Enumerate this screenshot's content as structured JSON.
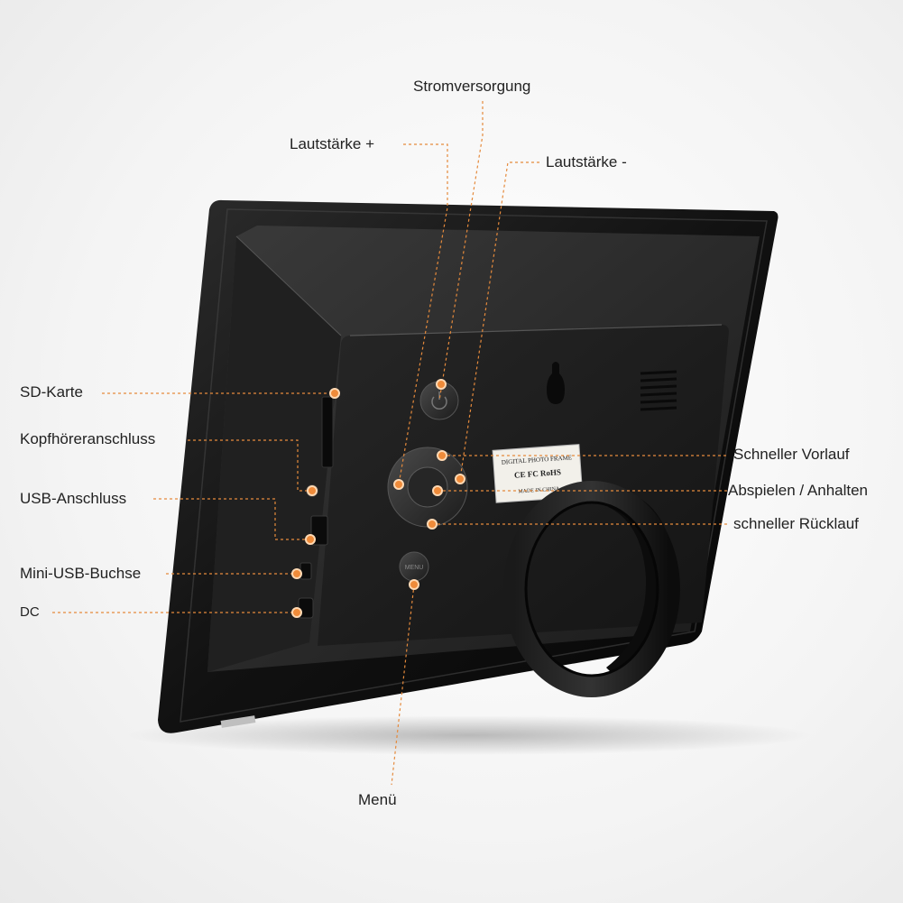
{
  "labels": {
    "power": "Stromversorgung",
    "vol_up": "Lautstärke +",
    "vol_down": "Lautstärke -",
    "sd": "SD-Karte",
    "headphone": "Kopfhöreranschluss",
    "usb": "USB-Anschluss",
    "mini_usb": "Mini-USB-Buchse",
    "dc": "DC",
    "forward": "Schneller Vorlauf",
    "play_pause": "Abspielen / Anhalten",
    "rewind": "schneller Rücklauf",
    "menu": "Menü"
  },
  "sticker": {
    "title": "DIGITAL PHOTO FRAME",
    "marks": "CE FC RoHS",
    "origin": "MADE IN CHINA"
  },
  "menu_button_text": "MENU",
  "colors": {
    "accent": "#ef8b3a",
    "leader_line": "#e58a3c",
    "frame": "#141414",
    "background": "#f4f4f4"
  }
}
